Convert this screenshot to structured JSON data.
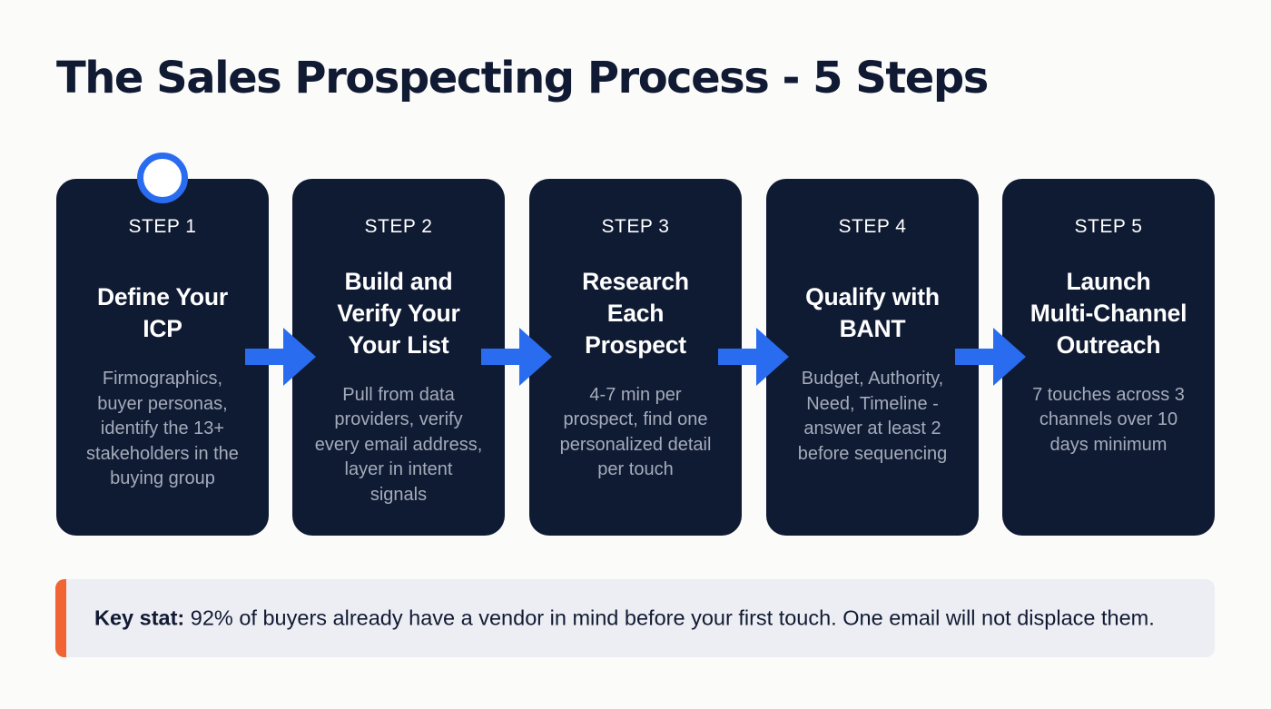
{
  "title": "The Sales Prospecting Process - 5 Steps",
  "colors": {
    "background": "#fbfbfa",
    "card": "#0f1a33",
    "arrow": "#2a6cf0",
    "title": "#111a33",
    "description": "#a4acba",
    "stat_background": "#eceef3",
    "stat_accent": "#f16434"
  },
  "connector_icon": "right-arrow-icon",
  "marker_icon": "circle-ring-icon",
  "steps": [
    {
      "label": "STEP 1",
      "title": [
        "Define Your",
        "ICP"
      ],
      "description": [
        "Firmographics,",
        "buyer personas,",
        "identify the 13+",
        "stakeholders in the",
        "buying group"
      ]
    },
    {
      "label": "STEP 2",
      "title": [
        "Build and",
        "Verify Your",
        "Your List"
      ],
      "description": [
        "Pull from data",
        "providers, verify",
        "every email address,",
        "layer in intent",
        "signals"
      ]
    },
    {
      "label": "STEP 3",
      "title": [
        "Research",
        "Each",
        "Prospect"
      ],
      "description": [
        "4-7 min per",
        "prospect, find one",
        "personalized detail",
        "per touch"
      ]
    },
    {
      "label": "STEP 4",
      "title": [
        "Qualify with",
        "BANT"
      ],
      "description": [
        "Budget, Authority,",
        "Need, Timeline -",
        "answer at least 2",
        "before sequencing"
      ]
    },
    {
      "label": "STEP 5",
      "title": [
        "Launch",
        "Multi-Channel",
        "Outreach"
      ],
      "description": [
        "7 touches across 3",
        "channels over 10",
        "days minimum"
      ]
    }
  ],
  "stat": {
    "label": "Key stat:",
    "text": " 92% of buyers already have a vendor in mind before your first touch. One email will not displace them."
  }
}
